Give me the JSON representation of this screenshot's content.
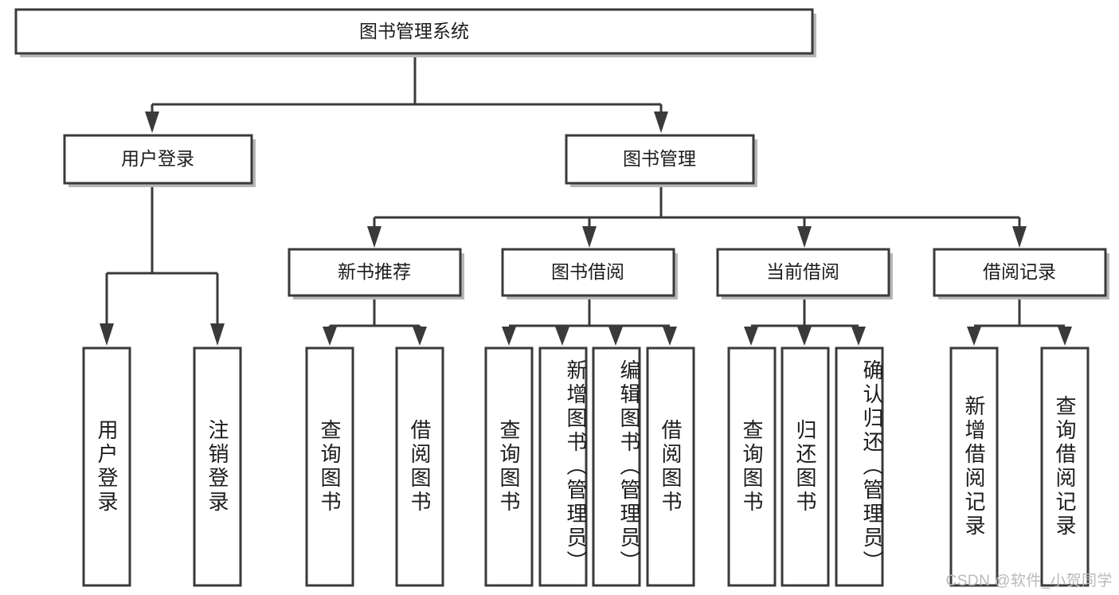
{
  "diagram": {
    "title": "图书管理系统",
    "type": "tree-hierarchy",
    "watermark": "CSDN @软件_小贺同学",
    "colors": {
      "box_stroke": "#3a3a3a",
      "box_fill": "#ffffff",
      "text": "#1c1c1c",
      "shadow": "#b7b7b7",
      "watermark": "#b9b9b9"
    },
    "root": {
      "label": "图书管理系统"
    },
    "level2": [
      {
        "label": "用户登录"
      },
      {
        "label": "图书管理"
      }
    ],
    "level3": [
      {
        "label": "新书推荐"
      },
      {
        "label": "图书借阅"
      },
      {
        "label": "当前借阅"
      },
      {
        "label": "借阅记录"
      }
    ],
    "leaves": {
      "user_login": [
        {
          "label": "用户登录"
        },
        {
          "label": "注销登录"
        }
      ],
      "new_book_recommend": [
        {
          "label": "查询图书"
        },
        {
          "label": "借阅图书"
        }
      ],
      "book_borrow": [
        {
          "label": "查询图书"
        },
        {
          "label": "新增图书（管理员）"
        },
        {
          "label": "编辑图书（管理员）"
        },
        {
          "label": "借阅图书"
        }
      ],
      "current_borrow": [
        {
          "label": "查询图书"
        },
        {
          "label": "归还图书"
        },
        {
          "label": "确认归还（管理员）"
        }
      ],
      "borrow_record": [
        {
          "label": "新增借阅记录"
        },
        {
          "label": "查询借阅记录"
        }
      ]
    }
  }
}
